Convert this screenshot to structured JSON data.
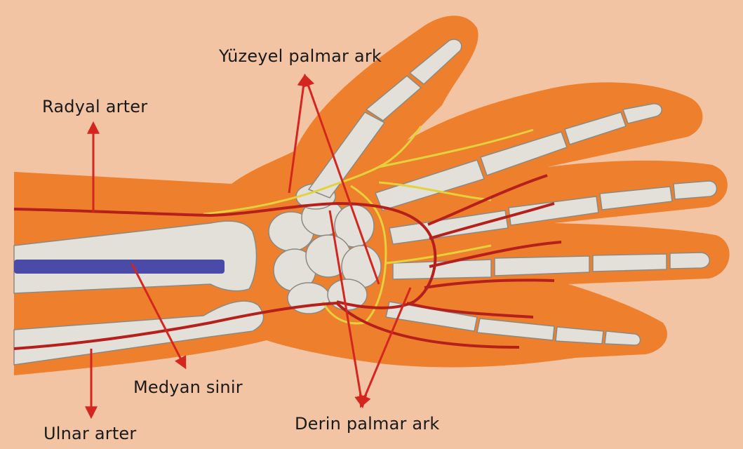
{
  "labels": {
    "radyal_arter": "Radyal arter",
    "yuzeyel_palmar_ark": "Yüzeyel palmar ark",
    "medyan_sinir": "Medyan sinir",
    "ulnar_arter": "Ulnar arter",
    "derin_palmar_ark": "Derin palmar ark"
  },
  "colors": {
    "background": "#f2c4a3",
    "soft_tissue": "#ee7f2c",
    "bone": "#e2e0d8",
    "bone_outline": "#8a8a84",
    "artery": "#b5201d",
    "nerve": "#e3d23c",
    "median_nerve_band": "#4a4aa8",
    "pointer_arrow": "#d4261f"
  }
}
